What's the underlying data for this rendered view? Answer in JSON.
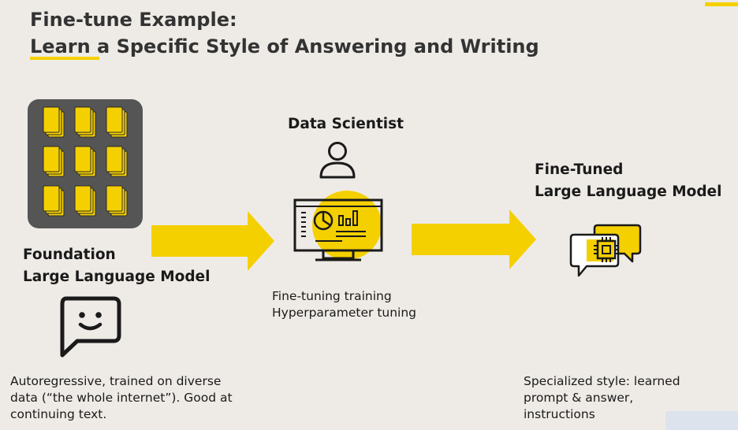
{
  "header": {
    "title_line1": "Fine-tune Example:",
    "title_line2": "Learn a Specific Style of Answering and Writing"
  },
  "foundation": {
    "heading_line1": "Foundation",
    "heading_line2": "Large Language Model",
    "description": "Autoregressive, trained on diverse data (“the whole internet”). Good at continuing text."
  },
  "data_scientist": {
    "heading": "Data Scientist",
    "steps": [
      "Fine-tuning training",
      "Hyperparameter tuning"
    ]
  },
  "fine_tuned": {
    "heading_line1": "Fine-Tuned",
    "heading_line2": "Large Language Model",
    "description": "Specialized style: learned prompt & answer, instructions"
  },
  "colors": {
    "accent_yellow": "#f5d000",
    "grid_tile": "#555555",
    "background": "#eeebe6",
    "ink": "#1a1a1a"
  },
  "icons": {
    "dataset": "document-grid-icon",
    "foundation": "smiley-chat-icon",
    "data_scientist": "user-icon",
    "workstation": "monitor-dashboard-icon",
    "fine_tuned": "chip-chat-icon",
    "flow": "arrow-right-icon"
  }
}
